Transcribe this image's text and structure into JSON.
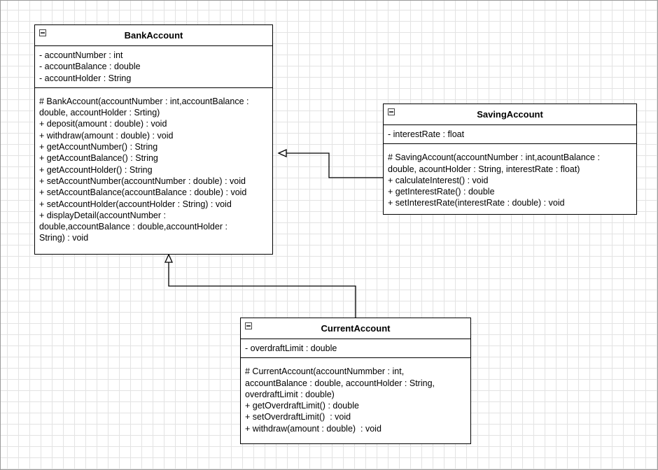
{
  "classes": {
    "bank": {
      "name": "BankAccount",
      "attributes": [
        "- accountNumber : int",
        "- accountBalance : double",
        "- accountHolder : String"
      ],
      "methods": [
        "# BankAccount(accountNumber : int,accountBalance :",
        "double, accountHolder : Srting)",
        "+ deposit(amount : double) : void",
        "+ withdraw(amount : double) : void",
        "+ getAccountNumber() : String",
        "+ getAccountBalance() : String",
        "+ getAccountHolder() : String",
        "+ setAccountNumber(accountNumber : double) : void",
        "+ setAccountBalance(accountBalance : double) : void",
        "+ setAccountHolder(accountHolder : String) : void",
        "+ displayDetail(accountNumber :",
        "double,accountBalance : double,accountHolder :",
        "String) : void"
      ]
    },
    "saving": {
      "name": "SavingAccount",
      "attributes": [
        "- interestRate : float"
      ],
      "methods": [
        "# SavingAccount(accountNumber : int,acountBalance :",
        "double, acountHolder : String, interestRate : float)",
        "+ calculateInterest() : void",
        "+ getInterestRate() : double",
        "+ setInterestRate(interestRate : double) : void"
      ]
    },
    "current": {
      "name": "CurrentAccount",
      "attributes": [
        "- overdraftLimit : double"
      ],
      "methods": [
        "# CurrentAccount(accountNummber : int,",
        "accountBalance : double, accountHolder : String,",
        "overdraftLimit : double)",
        "+ getOverdraftLimit() : double",
        "+ setOverdraftLimit()  : void",
        "+ withdraw(amount : double)  : void"
      ]
    }
  },
  "relations": [
    {
      "type": "generalization",
      "from": "SavingAccount",
      "to": "BankAccount"
    },
    {
      "type": "generalization",
      "from": "CurrentAccount",
      "to": "BankAccount"
    }
  ]
}
